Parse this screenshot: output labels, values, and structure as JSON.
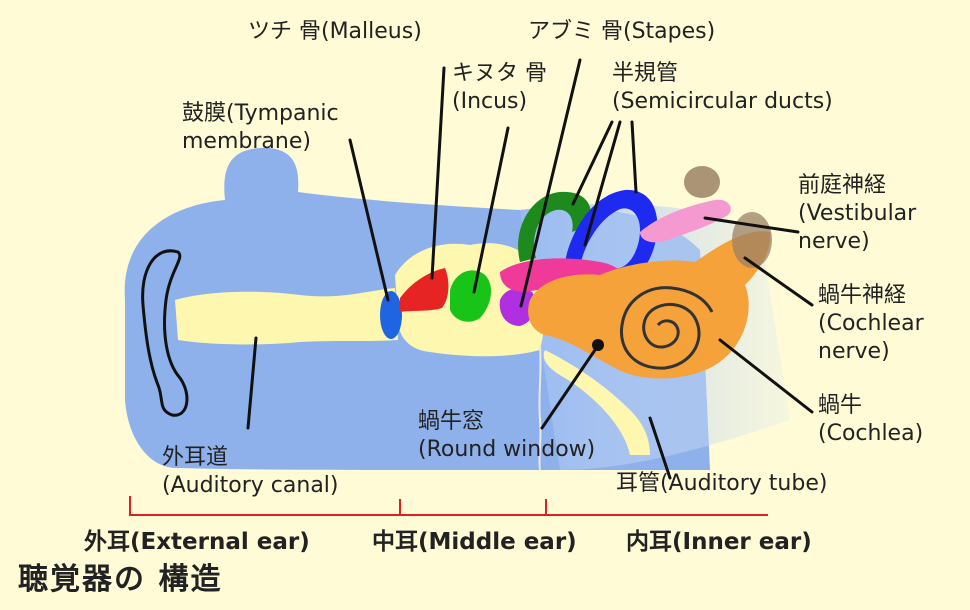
{
  "caption": "聴覚器の 構造",
  "labels": {
    "malleus": "ツチ 骨(Malleus)",
    "stapes": "アブミ 骨(Stapes)",
    "incus": [
      "キヌタ 骨",
      "(Incus)"
    ],
    "semicircular": [
      "半規管",
      "(Semicircular ducts)"
    ],
    "tympanic": [
      "鼓膜(Tympanic",
      "membrane)"
    ],
    "vestibular": [
      "前庭神経",
      "(Vestibular",
      "nerve)"
    ],
    "cochlear_nerve": [
      "蝸牛神経",
      "(Cochlear",
      "nerve)"
    ],
    "cochlea": [
      "蝸牛",
      "(Cochlea)"
    ],
    "round_window": [
      "蝸牛窓",
      "(Round window)"
    ],
    "auditory_canal": [
      "外耳道",
      "(Auditory canal)"
    ],
    "auditory_tube": "耳管(Auditory tube)"
  },
  "sections": {
    "external": "外耳(External ear)",
    "middle": "中耳(Middle ear)",
    "inner": "内耳(Inner ear)"
  },
  "colors": {
    "background": "#fefbd6",
    "outer_ear": "#7fa6ee",
    "canal": "#fdf7b0",
    "eardrum": "#1f64e0",
    "malleus": "#e62424",
    "incus": "#18c418",
    "stapes": "#b02fe0",
    "semicircular_green": "#1e8a1e",
    "semicircular_blue": "#1e2af0",
    "semicircular_pink": "#f03a9a",
    "cochlea": "#f5a23a",
    "vestibular_nerve": "#f49ad0",
    "nerve_tan": "#9c8064",
    "section_bracket": "#e02020"
  }
}
